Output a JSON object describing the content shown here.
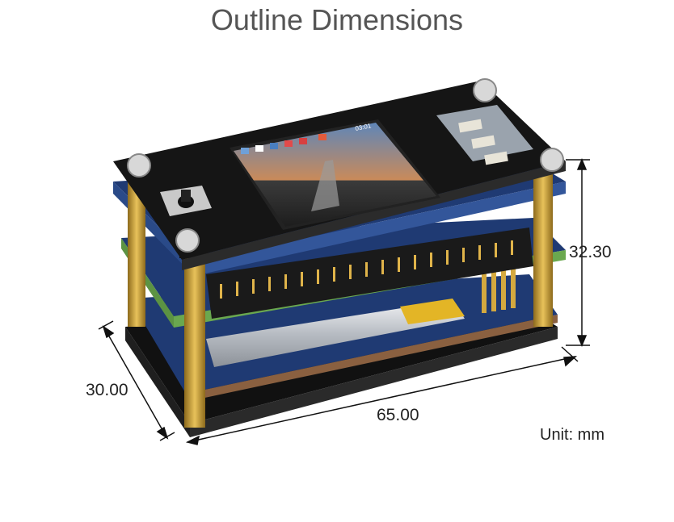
{
  "title": "Outline Dimensions",
  "dimensions": {
    "height": "32.30",
    "depth": "30.00",
    "length": "65.00"
  },
  "unit_label": "Unit: mm",
  "lcd_clock": "03:01",
  "colors": {
    "acrylic": "#151515",
    "pcb_blue": "#1f3a73",
    "pcb_green": "#6aa84f",
    "standoff_brass": "#c9a13b",
    "battery": "#cfd2d6",
    "battery_label": "#e3b526"
  }
}
